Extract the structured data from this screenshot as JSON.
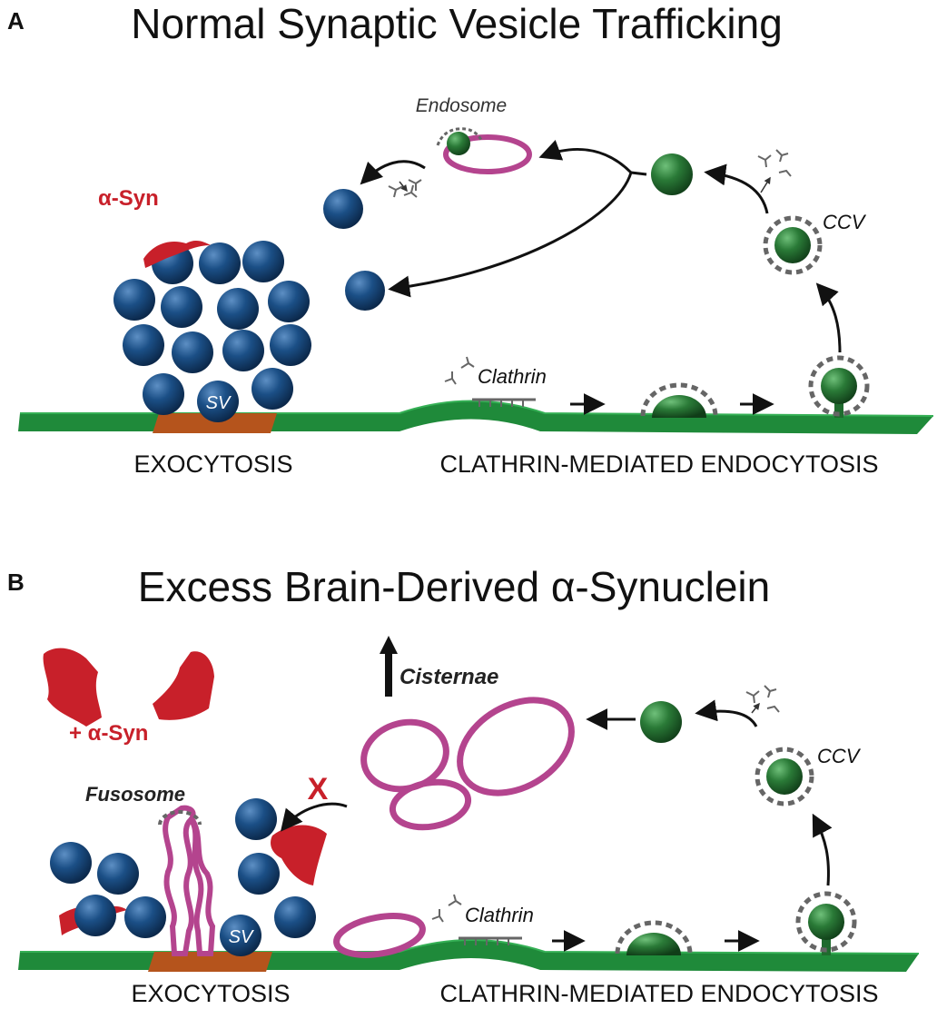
{
  "panel_a": {
    "letter": "A",
    "title": "Normal Synaptic Vesicle Trafficking",
    "labels": {
      "endosome": "Endosome",
      "alpha_syn": "α-Syn",
      "sv": "SV",
      "clathrin": "Clathrin",
      "ccv": "CCV",
      "exocytosis": "EXOCYTOSIS",
      "endocytosis": "CLATHRIN-MEDIATED ENDOCYTOSIS"
    }
  },
  "panel_b": {
    "letter": "B",
    "title": "Excess Brain-Derived α-Synuclein",
    "labels": {
      "plus_alpha_syn": "+ α-Syn",
      "cisternae": "Cisternae",
      "fusosome": "Fusosome",
      "blocked_mark": "X",
      "sv": "SV",
      "clathrin": "Clathrin",
      "ccv": "CCV",
      "exocytosis": "EXOCYTOSIS",
      "endocytosis": "CLATHRIN-MEDIATED ENDOCYTOSIS"
    }
  },
  "colors": {
    "vesicle_blue": "#0f3a66",
    "vesicle_green": "#1e6b2c",
    "membrane_green": "#1f8a3a",
    "active_zone": "#b5541c",
    "alpha_syn_red": "#c8202a",
    "endosome_magenta": "#b4448e",
    "clathrin_gray": "#666666",
    "text": "#111111"
  }
}
